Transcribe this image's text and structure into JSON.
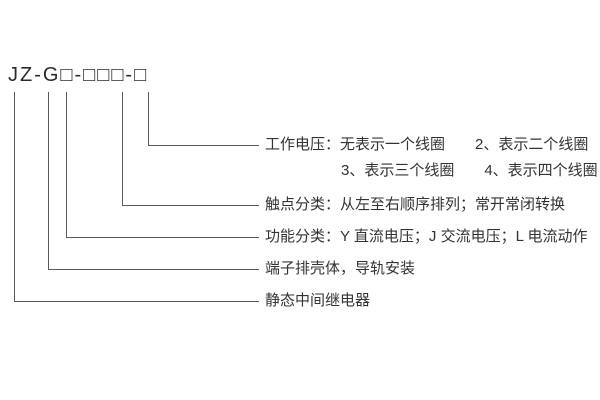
{
  "title": {
    "model_code": "JZ-G□-□□□-□"
  },
  "annotations": [
    {
      "id": "working-voltage",
      "line1": "工作电压：无表示一个线圈　　2、表示二个线圈",
      "line2": "3、表示三个线圈　　4、表示四个线圈"
    },
    {
      "id": "contact-type",
      "line1": "触点分类：从左至右顺序排列；常开常闭转换"
    },
    {
      "id": "function-type",
      "line1": "功能分类：Y 直流电压；J 交流电压；L 电流动作"
    },
    {
      "id": "housing",
      "line1": "端子排壳体，导轨安装"
    },
    {
      "id": "relay-name",
      "line1": "静态中间继电器"
    }
  ]
}
